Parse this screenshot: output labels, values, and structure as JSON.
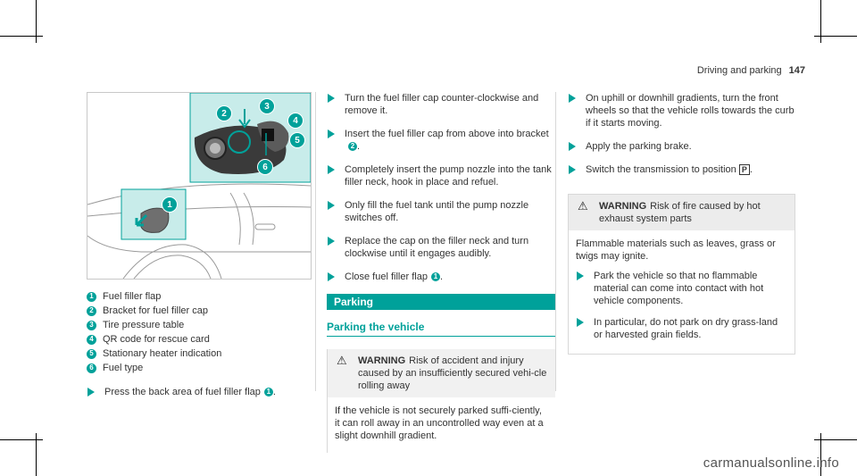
{
  "header": {
    "section": "Driving and parking",
    "page": "147"
  },
  "figure": {
    "callouts": [
      "1",
      "2",
      "3",
      "4",
      "5",
      "6"
    ]
  },
  "legend": [
    {
      "num": "1",
      "text": "Fuel filler flap"
    },
    {
      "num": "2",
      "text": "Bracket for fuel filler cap"
    },
    {
      "num": "3",
      "text": "Tire pressure table"
    },
    {
      "num": "4",
      "text": "QR code for rescue card"
    },
    {
      "num": "5",
      "text": "Stationary heater indication"
    },
    {
      "num": "6",
      "text": "Fuel type"
    }
  ],
  "col1_step": {
    "text": "Press the back area of fuel filler flap",
    "ref": "1",
    "end": "."
  },
  "col2": {
    "steps": [
      {
        "text": "Turn the fuel filler cap counter-clockwise and remove it."
      },
      {
        "text": "Insert the fuel filler cap from above into bracket",
        "ref": "2",
        "end": "."
      },
      {
        "text": "Completely insert the pump nozzle into the tank filler neck, hook in place and refuel."
      },
      {
        "text": "Only fill the fuel tank until the pump nozzle switches off."
      },
      {
        "text": "Replace the cap on the filler neck and turn clockwise until it engages audibly."
      },
      {
        "text": "Close fuel filler flap",
        "ref": "1",
        "end": "."
      }
    ],
    "section_title": "Parking",
    "subsection_title": "Parking the vehicle",
    "warning": {
      "label": "WARNING",
      "title": "Risk of accident and injury caused by an insufficiently secured vehi-cle rolling away",
      "body": "If the vehicle is not securely parked suffi-ciently, it can roll away in an uncontrolled way even at a slight downhill gradient."
    }
  },
  "col3": {
    "steps": [
      {
        "text": "On uphill or downhill gradients, turn the front wheels so that the vehicle rolls towards the curb if it starts moving."
      },
      {
        "text": "Apply the parking brake."
      },
      {
        "text": "Switch the transmission to position",
        "symbol": "P",
        "end": "."
      }
    ],
    "warning": {
      "label": "WARNING",
      "title": "Risk of fire caused by hot exhaust system parts",
      "body": "Flammable materials such as leaves, grass or twigs may ignite.",
      "steps": [
        {
          "text": "Park the vehicle so that no flammable material can come into contact with hot vehicle components."
        },
        {
          "text": "In particular, do not park on dry grass-land or harvested grain fields."
        }
      ]
    }
  },
  "footer": {
    "watermark": "carmanualsonline.info"
  },
  "colors": {
    "accent": "#00a19a",
    "callout_bg": "#c8ecea"
  }
}
